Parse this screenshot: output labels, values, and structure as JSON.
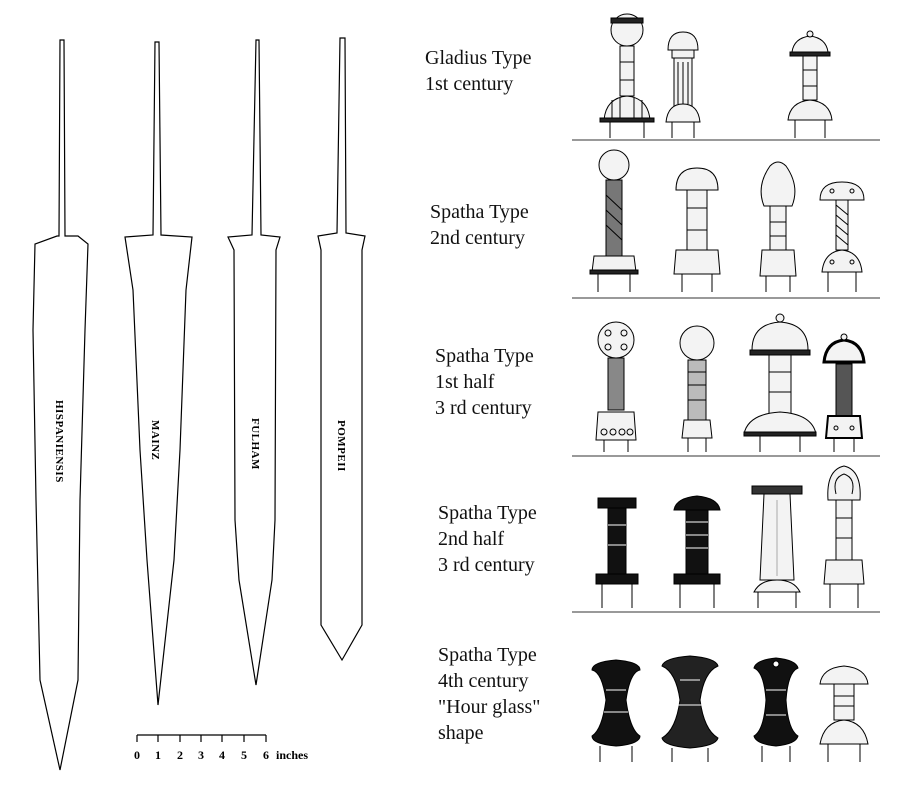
{
  "swords": [
    {
      "name": "HISPANIENSIS"
    },
    {
      "name": "MAINZ"
    },
    {
      "name": "FULHAM"
    },
    {
      "name": "POMPEII"
    }
  ],
  "scale": {
    "ticks": [
      "0",
      "1",
      "2",
      "3",
      "4",
      "5",
      "6"
    ],
    "unit": "inches"
  },
  "hilt_rows": [
    {
      "lines": [
        "Gladius Type",
        "1st century"
      ]
    },
    {
      "lines": [
        "Spatha Type",
        "2nd century"
      ]
    },
    {
      "lines": [
        "Spatha Type",
        "1st half",
        "3 rd century"
      ]
    },
    {
      "lines": [
        "Spatha Type",
        "2nd half",
        "3 rd century"
      ]
    },
    {
      "lines": [
        "Spatha Type",
        "4th century",
        "\"Hour glass\"",
        "shape"
      ]
    }
  ]
}
